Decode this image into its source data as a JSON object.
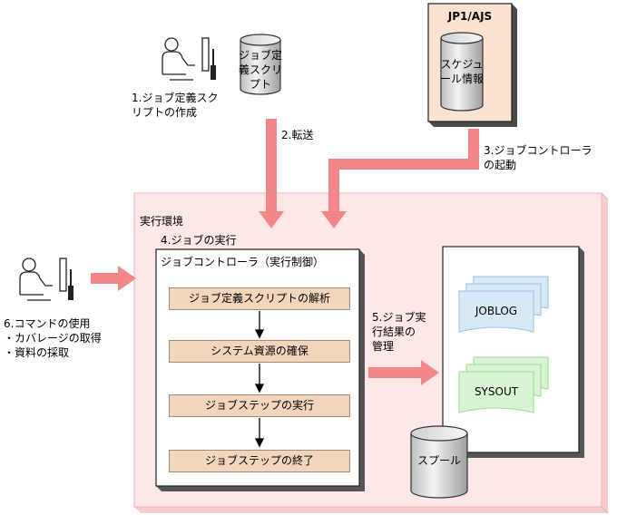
{
  "steps": {
    "s1": "1.ジョブ定義スク\nリプトの作成",
    "s2": "2.転送",
    "s3": "3.ジョブコントローラ\nの起動",
    "s4": "4.ジョブの実行",
    "s5": "5.ジョブ実\n行結果の\n管理",
    "s6": "6.コマンドの使用\n・カバレージの取得\n・資料の採取"
  },
  "script_db": "ジョブ定\n義スクリ\nプト",
  "jp1": {
    "title": "JP1/AJS",
    "db": "スケジュ\nール情報"
  },
  "env": {
    "label": "実行環境",
    "controller": "ジョブコントローラ（実行制御）",
    "process": [
      "ジョブ定義スクリプトの解析",
      "システム資源の確保",
      "ジョブステップの実行",
      "ジョブステップの終了"
    ]
  },
  "output": {
    "joblog": "JOBLOG",
    "sysout": "SYSOUT",
    "spool": "スプール"
  },
  "colors": {
    "arrow": "#f4868a",
    "env_fill": "#fde7e7",
    "env_border": "#f2b3b3",
    "jp1_fill": "#fbe3cf",
    "step_fill": "#f2d5bd",
    "joblog_fill": "#d6e9f7",
    "sysout_fill": "#d8f5d3"
  },
  "icons": [
    "user-at-computer-icon",
    "database-cylinder-icon",
    "document-stack-icon"
  ]
}
